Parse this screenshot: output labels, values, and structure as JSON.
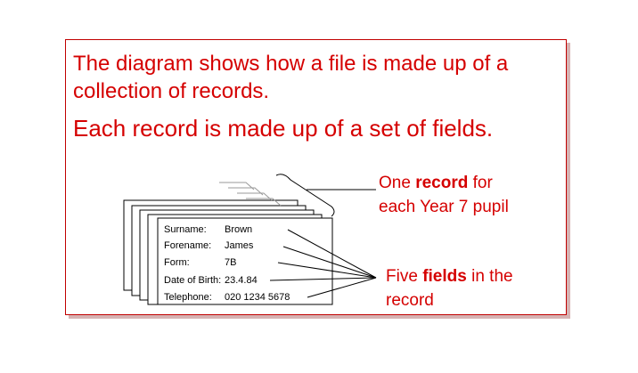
{
  "slide": {
    "intro": "The diagram shows how a file is made up of a collection of records.",
    "fields_statement": "Each record is made up of a set of fields.",
    "record_label": {
      "pre": "One",
      "bold": "record",
      "post": "for",
      "line2": "each Year 7 pupil"
    },
    "fields_label": {
      "pre": "Five",
      "bold": "fields",
      "post": "in the",
      "line2": "record"
    }
  },
  "record_card": {
    "fields": [
      {
        "name": "Surname:",
        "value": "Brown"
      },
      {
        "name": "Forename:",
        "value": "James"
      },
      {
        "name": "Form:",
        "value": "7B"
      },
      {
        "name": "Date of Birth:",
        "value": "23.4.84"
      },
      {
        "name": "Telephone:",
        "value": "020 1234 5678"
      }
    ]
  },
  "colors": {
    "text": "#d50000",
    "frame": "#c00000",
    "shadow": "#d6b3b3",
    "diagram_lines": "#000000"
  }
}
